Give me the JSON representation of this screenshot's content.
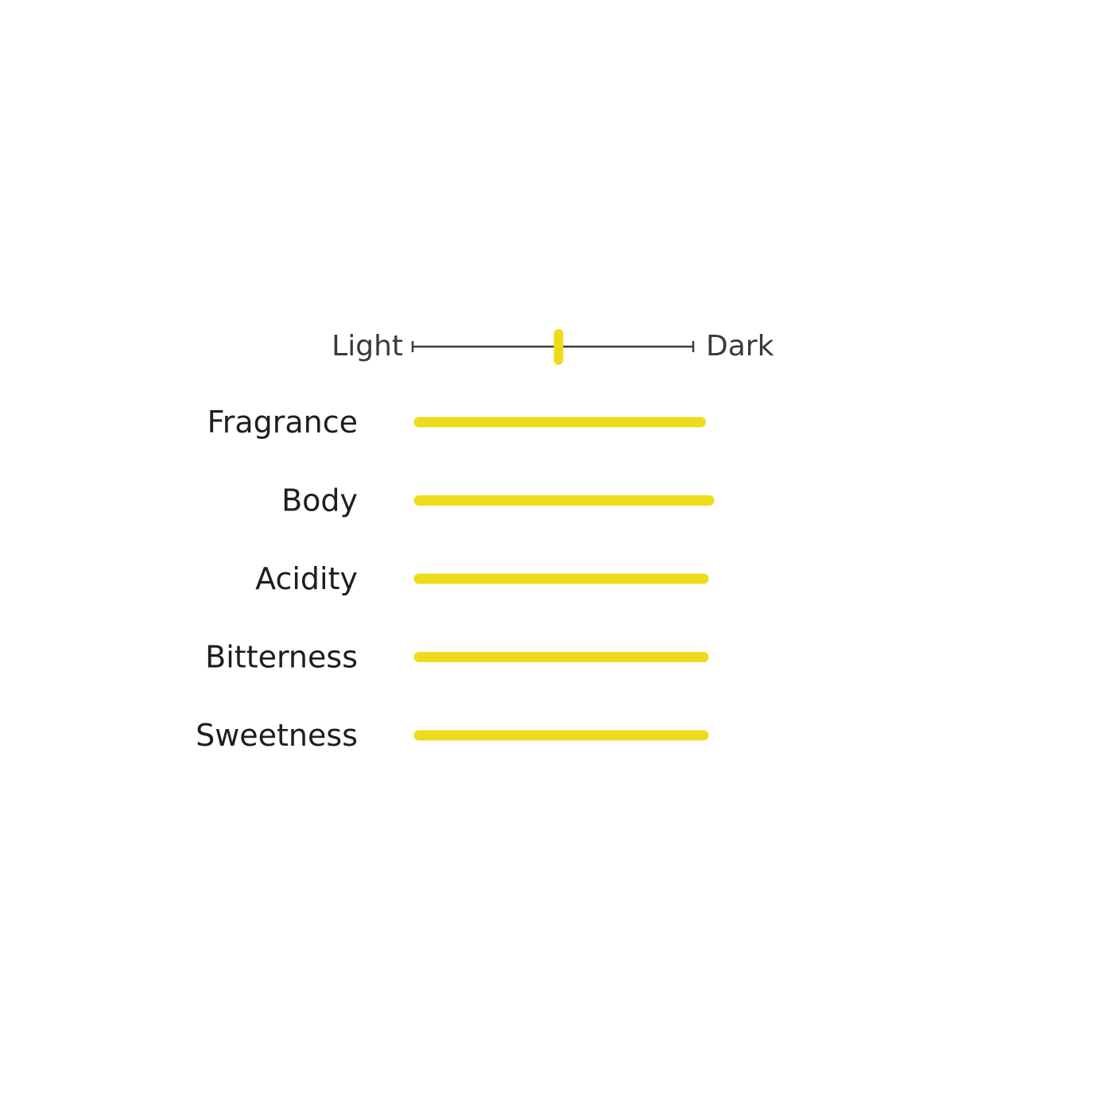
{
  "roast_scale": {
    "left_label": "Light",
    "right_label": "Dark",
    "value": 0.52,
    "line_color": "#3a3a3a",
    "marker_color": "#eedc1c"
  },
  "chart_data": {
    "type": "bar",
    "categories": [
      "Fragrance",
      "Body",
      "Acidity",
      "Bitterness",
      "Sweetness"
    ],
    "values": [
      0.99,
      1.02,
      1.0,
      1.0,
      1.0
    ],
    "ylim": [
      0,
      1
    ],
    "bar_color": "#eedc1c",
    "grid": false
  }
}
